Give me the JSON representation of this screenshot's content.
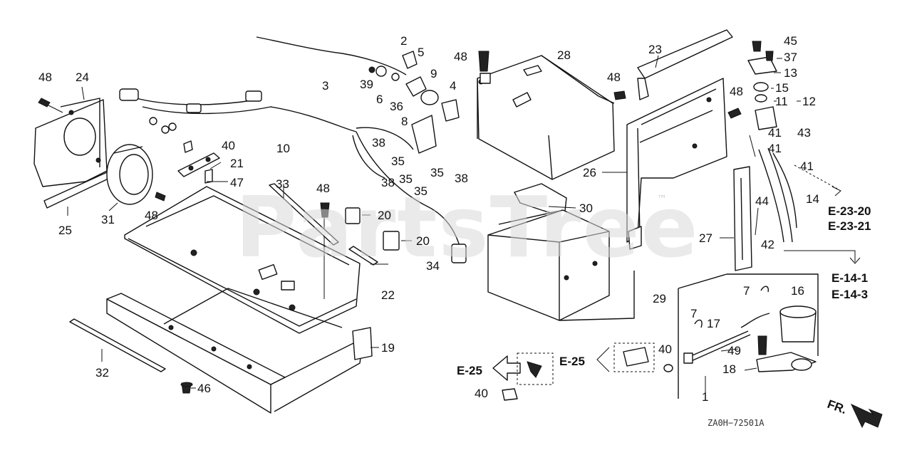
{
  "watermark": {
    "text": "PartsTree",
    "trademark": "™"
  },
  "diagram_code": "ZA0H−72501A",
  "direction_label": "FR.",
  "callouts": [
    {
      "id": "c48a",
      "text": "48"
    },
    {
      "id": "c24",
      "text": "24"
    },
    {
      "id": "c25",
      "text": "25"
    },
    {
      "id": "c31",
      "text": "31"
    },
    {
      "id": "c48b",
      "text": "48"
    },
    {
      "id": "c3",
      "text": "3"
    },
    {
      "id": "c2",
      "text": "2"
    },
    {
      "id": "c5",
      "text": "5"
    },
    {
      "id": "c39",
      "text": "39"
    },
    {
      "id": "c6",
      "text": "6"
    },
    {
      "id": "c9",
      "text": "9"
    },
    {
      "id": "c4",
      "text": "4"
    },
    {
      "id": "c36",
      "text": "36"
    },
    {
      "id": "c8",
      "text": "8"
    },
    {
      "id": "c10",
      "text": "10"
    },
    {
      "id": "c40a",
      "text": "40"
    },
    {
      "id": "c21",
      "text": "21"
    },
    {
      "id": "c47",
      "text": "47"
    },
    {
      "id": "c33",
      "text": "33"
    },
    {
      "id": "c48c",
      "text": "48"
    },
    {
      "id": "c38a",
      "text": "38"
    },
    {
      "id": "c35a",
      "text": "35"
    },
    {
      "id": "c38b",
      "text": "38"
    },
    {
      "id": "c35b",
      "text": "35"
    },
    {
      "id": "c35c",
      "text": "35"
    },
    {
      "id": "c35d",
      "text": "35"
    },
    {
      "id": "c38c",
      "text": "38"
    },
    {
      "id": "c20a",
      "text": "20"
    },
    {
      "id": "c20b",
      "text": "20"
    },
    {
      "id": "c34",
      "text": "34"
    },
    {
      "id": "c22",
      "text": "22"
    },
    {
      "id": "c19",
      "text": "19"
    },
    {
      "id": "c32",
      "text": "32"
    },
    {
      "id": "c46",
      "text": "46"
    },
    {
      "id": "c48d",
      "text": "48"
    },
    {
      "id": "c28",
      "text": "28"
    },
    {
      "id": "c30",
      "text": "30"
    },
    {
      "id": "c29",
      "text": "29"
    },
    {
      "id": "c23",
      "text": "23"
    },
    {
      "id": "c48e",
      "text": "48"
    },
    {
      "id": "c26",
      "text": "26"
    },
    {
      "id": "c48f",
      "text": "48"
    },
    {
      "id": "c27",
      "text": "27"
    },
    {
      "id": "c44",
      "text": "44"
    },
    {
      "id": "c45",
      "text": "45"
    },
    {
      "id": "c37",
      "text": "37"
    },
    {
      "id": "c13",
      "text": "13"
    },
    {
      "id": "c15",
      "text": "15"
    },
    {
      "id": "c11",
      "text": "11"
    },
    {
      "id": "c12",
      "text": "12"
    },
    {
      "id": "c43",
      "text": "43"
    },
    {
      "id": "c41a",
      "text": "41"
    },
    {
      "id": "c41b",
      "text": "41"
    },
    {
      "id": "c41c",
      "text": "41"
    },
    {
      "id": "c14",
      "text": "14"
    },
    {
      "id": "c42",
      "text": "42"
    },
    {
      "id": "c7a",
      "text": "7"
    },
    {
      "id": "c16",
      "text": "16"
    },
    {
      "id": "c7b",
      "text": "7"
    },
    {
      "id": "c17",
      "text": "17"
    },
    {
      "id": "c40b",
      "text": "40"
    },
    {
      "id": "c49",
      "text": "49"
    },
    {
      "id": "c18",
      "text": "18"
    },
    {
      "id": "c1",
      "text": "1"
    },
    {
      "id": "c40c",
      "text": "40"
    }
  ],
  "references": [
    {
      "id": "r_e2320",
      "text": "E-23-20"
    },
    {
      "id": "r_e2321",
      "text": "E-23-21"
    },
    {
      "id": "r_e141",
      "text": "E-14-1"
    },
    {
      "id": "r_e143",
      "text": "E-14-3"
    },
    {
      "id": "r_e25a",
      "text": "E-25"
    },
    {
      "id": "r_e25b",
      "text": "E-25"
    }
  ]
}
